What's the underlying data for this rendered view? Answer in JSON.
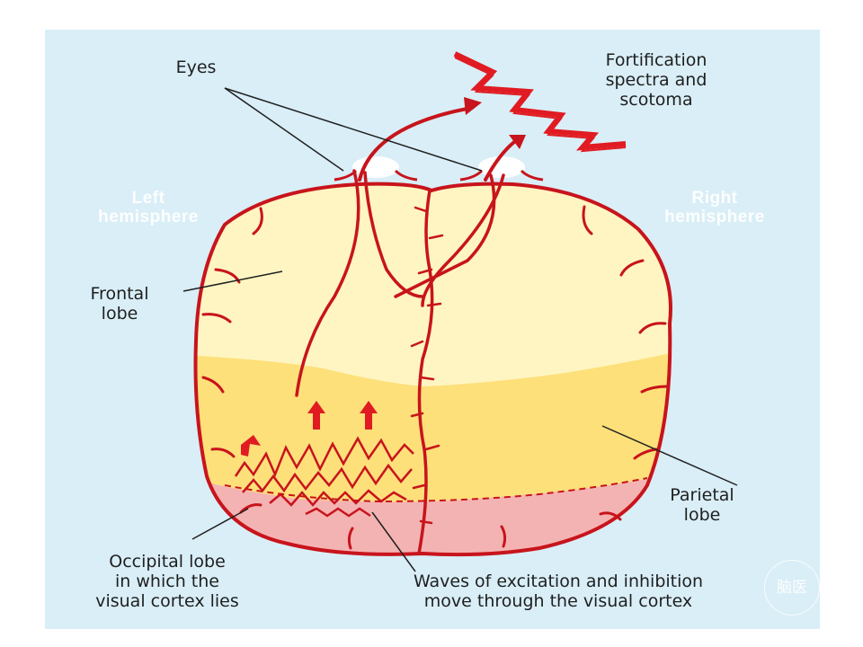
{
  "labels": {
    "eyes": "Eyes",
    "fortification": "Fortification\nspectra and\nscotoma",
    "left_hemisphere": "Left\nhemisphere",
    "right_hemisphere": "Right\nhemisphere",
    "frontal_lobe": "Frontal\nlobe",
    "parietal_lobe": "Parietal\nlobe",
    "occipital_lobe": "Occipital lobe\nin which the\nvisual cortex lies",
    "waves": "Waves of excitation and inhibition\nmove through the visual cortex"
  },
  "watermark": "脑医",
  "colors": {
    "background": "#d9eef7",
    "frontal": "#fff5c2",
    "parietal": "#fde07a",
    "occipital": "#f4b3b3",
    "outline": "#c8141c"
  }
}
